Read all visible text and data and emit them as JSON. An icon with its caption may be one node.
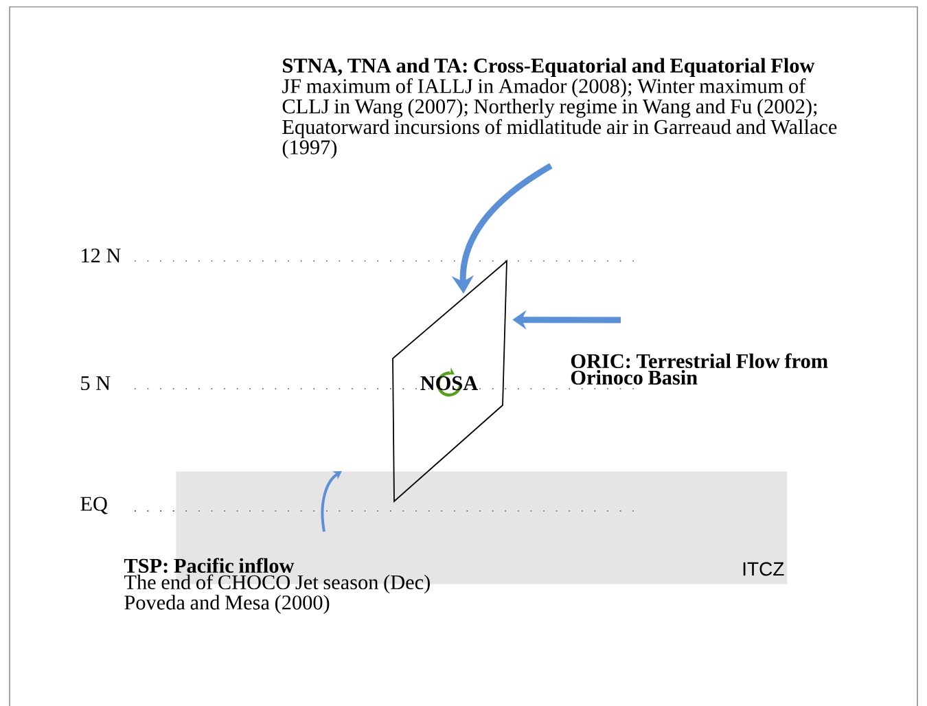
{
  "diagram": {
    "nodes": [
      {
        "text": [
          "STNA, TNA and TA: Cross-Equatorial and Equatorial Flow",
          "JF maximum of IALLJ in Amador (2008); Winter maximum of CLLJ in Wang (2007); Northerly regime in Wang and Fu (2002); Equatorward incursions of midlatitude air in Garreaud and Wallace (1997)"
        ]
      },
      {
        "text": [
          "NOSA"
        ]
      },
      {
        "text": [
          "ORIC: Terrestrial Flow from Orinoco Basin"
        ]
      },
      {
        "text": [
          "TSP: Pacific inflow",
          "The end of CHOCO Jet season (Dec) Poveda and Mesa (2000)"
        ]
      },
      {
        "text": [
          "ITCZ"
        ]
      }
    ],
    "edges": [
      {
        "from": 0,
        "to": 1,
        "arrow": "to"
      },
      {
        "from": null,
        "to": 1,
        "arrow": "to"
      },
      {
        "from": 3,
        "to": 4,
        "arrow": "to"
      }
    ],
    "labels": [
      "12 N",
      "5 N",
      "EQ"
    ]
  }
}
